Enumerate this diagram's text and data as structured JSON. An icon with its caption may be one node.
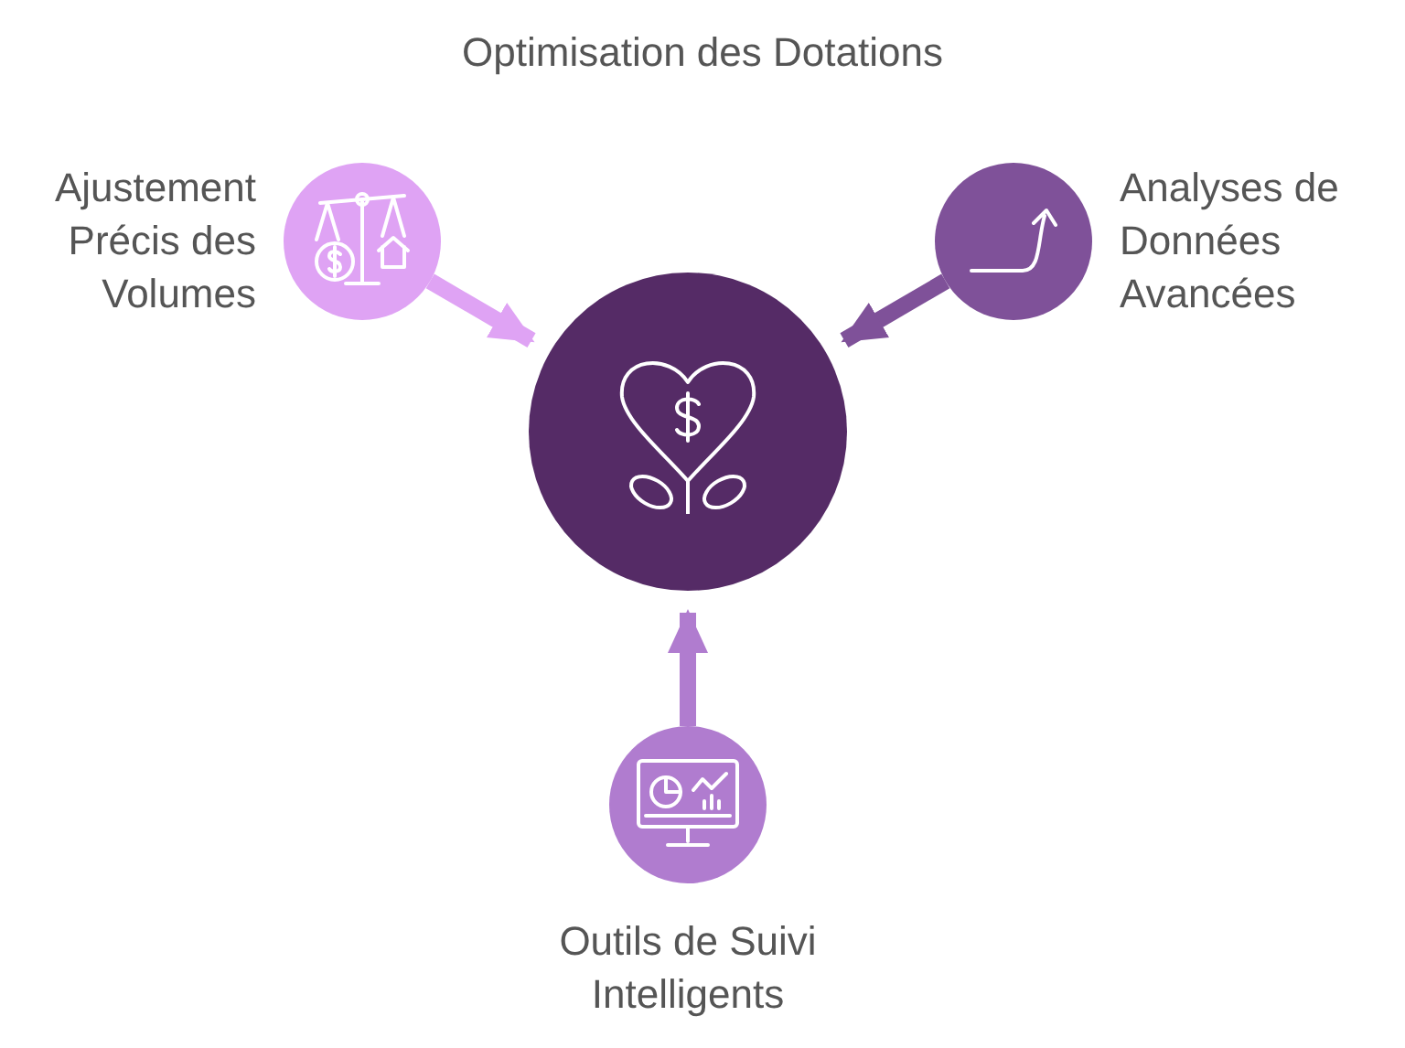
{
  "diagram": {
    "title": "Optimisation des Dotations",
    "nodes": [
      {
        "text": [],
        "shape": "circle"
      },
      {
        "text": [
          "Ajustement Précis des Volumes"
        ]
      },
      {
        "text": [
          "Analyses de Données Avancées"
        ]
      },
      {
        "text": [
          "Outils de Suivi Intelligents"
        ]
      }
    ],
    "edges": [
      {
        "from": 1,
        "to": 0,
        "arrow": "to",
        "color": "#dfa3f4"
      },
      {
        "from": 2,
        "to": 0,
        "arrow": "to",
        "color": "#7f5199"
      },
      {
        "from": 3,
        "to": 0,
        "arrow": "to",
        "color": "#b07ccf"
      }
    ]
  }
}
